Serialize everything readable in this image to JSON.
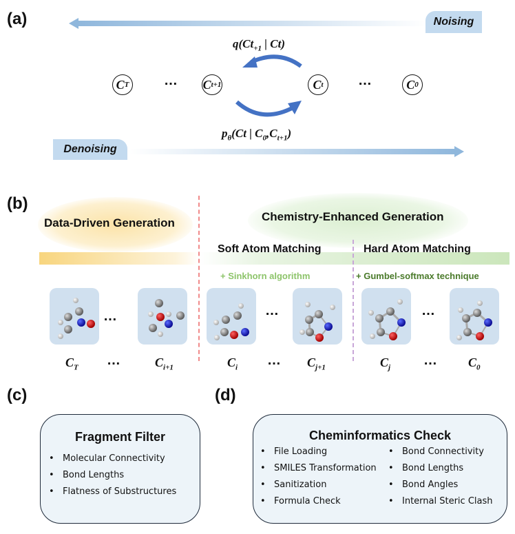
{
  "panels": {
    "a": {
      "label": "(a)",
      "noising_label": "Noising",
      "denoising_label": "Denoising",
      "nodes": [
        {
          "base": "C",
          "sub": "T"
        },
        {
          "base": "C",
          "sub": "t+1"
        },
        {
          "base": "C",
          "sub": "t"
        },
        {
          "base": "C",
          "sub": "0"
        }
      ],
      "ellipsis": "…",
      "forward_formula": {
        "prefix": "q(Ct",
        "sub": "+1",
        "suffix": " | Ct)"
      },
      "reverse_formula": {
        "prefix": "p",
        "sub_theta": "θ",
        "mid": "(Ct | C",
        "sub0": "0",
        "comma": ",C",
        "sub_t1": "t+1",
        "suffix": ")"
      },
      "colors": {
        "arrow": "#4472c4",
        "ribbon": "#8fb7dc",
        "tag": "#c3daef"
      }
    },
    "b": {
      "label": "(b)",
      "data_driven_title": "Data-Driven Generation",
      "chem_enhanced_title": "Chemistry-Enhanced Generation",
      "soft_title": "Soft Atom Matching",
      "hard_title": "Hard Atom Matching",
      "soft_algo": "+ Sinkhorn algorithm",
      "hard_algo": "+ Gumbel-softmax technique",
      "ellipsis": "…",
      "molecules": [
        {
          "base": "C",
          "sub": "T"
        },
        {
          "base": "C",
          "sub": "i+1"
        },
        {
          "base": "C",
          "sub": "i"
        },
        {
          "base": "C",
          "sub": "j+1"
        },
        {
          "base": "C",
          "sub": "j"
        },
        {
          "base": "C",
          "sub": "0"
        }
      ],
      "colors": {
        "data_driven": "#f8d57e",
        "chem_enhanced": "#c5e3b5",
        "soft_algo": "#8dc46a",
        "hard_algo": "#4a7a2a",
        "divider_red": "#f08a8a",
        "divider_purple": "#c8a6d8"
      }
    },
    "c": {
      "label": "(c)",
      "title": "Fragment Filter",
      "items": [
        "Molecular Connectivity",
        "Bond Lengths",
        "Flatness of Substructures"
      ]
    },
    "d": {
      "label": "(d)",
      "title": "Cheminformatics Check",
      "left_items": [
        "File Loading",
        "SMILES Transformation",
        "Sanitization",
        "Formula Check"
      ],
      "right_items": [
        "Bond Connectivity",
        "Bond Lengths",
        "Bond Angles",
        "Internal Steric Clash"
      ]
    }
  }
}
